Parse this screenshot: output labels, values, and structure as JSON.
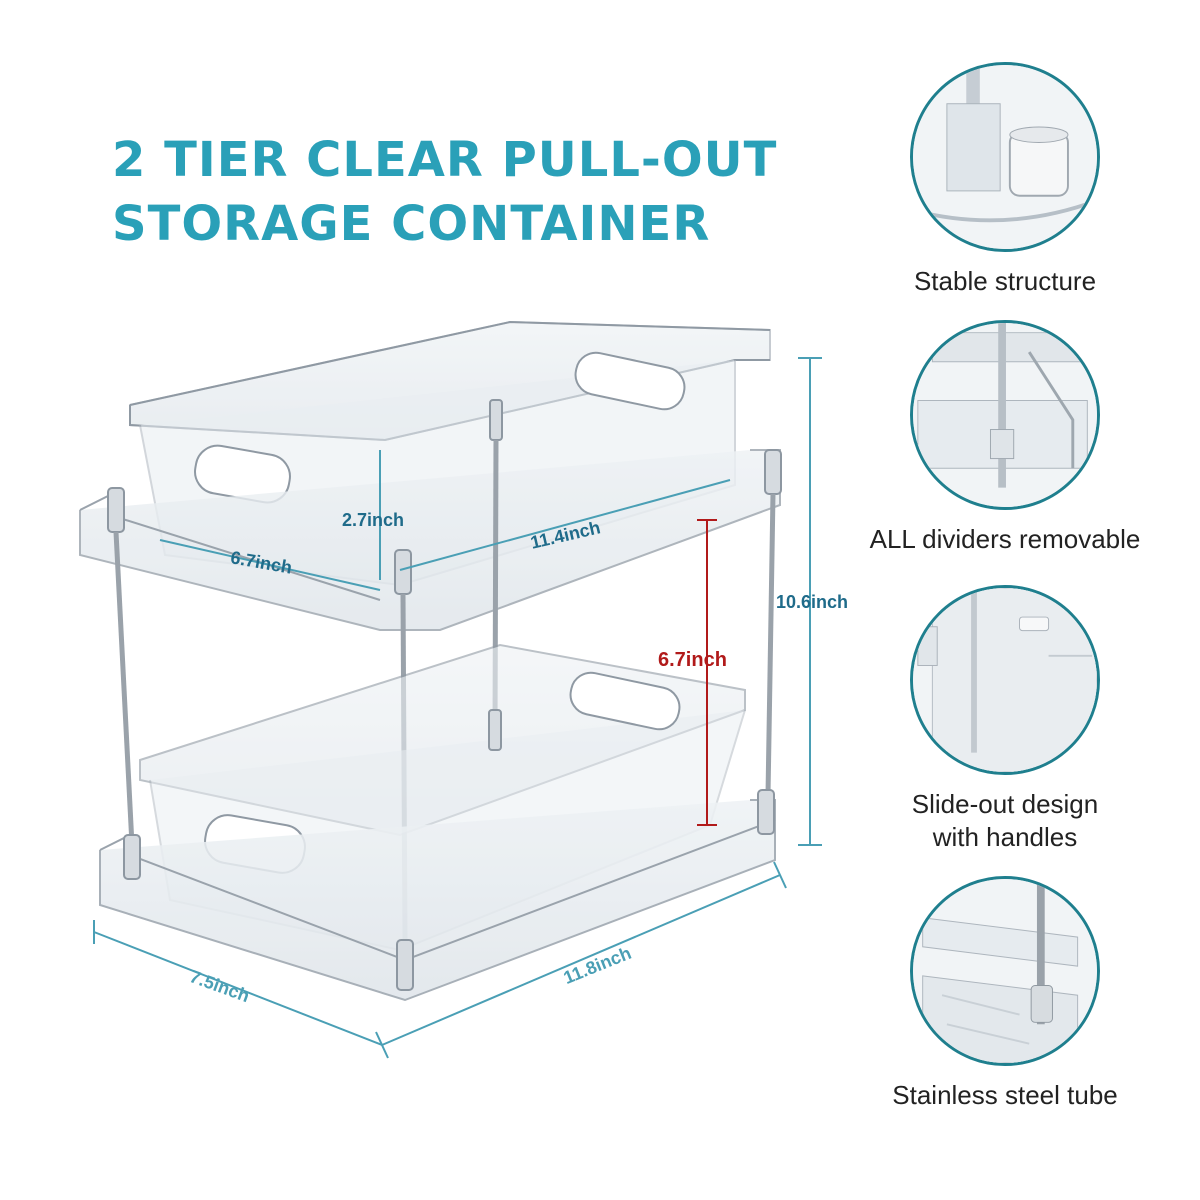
{
  "title": {
    "line1": "2 TIER CLEAR PULL-OUT",
    "line2": "STORAGE CONTAINER"
  },
  "dimensions": {
    "height_inner": "2.7inch",
    "top_length": "11.4inch",
    "top_width": "6.7inch",
    "total_height": "10.6inch",
    "tier_gap": "6.7inch",
    "base_length": "11.8inch",
    "base_width": "7.5inch"
  },
  "features": [
    {
      "label": "Stable structure",
      "icon": "support-foot-icon"
    },
    {
      "label": "ALL dividers removable",
      "icon": "divider-icon"
    },
    {
      "label": "Slide-out design\nwith handles",
      "icon": "handle-icon"
    },
    {
      "label": "Stainless steel tube",
      "icon": "steel-tube-icon"
    }
  ],
  "colors": {
    "title": "#2aa0b8",
    "dimension": "#4a9fb5",
    "dimension_red": "#b11a1a",
    "circle_border": "#1f7f8e"
  }
}
